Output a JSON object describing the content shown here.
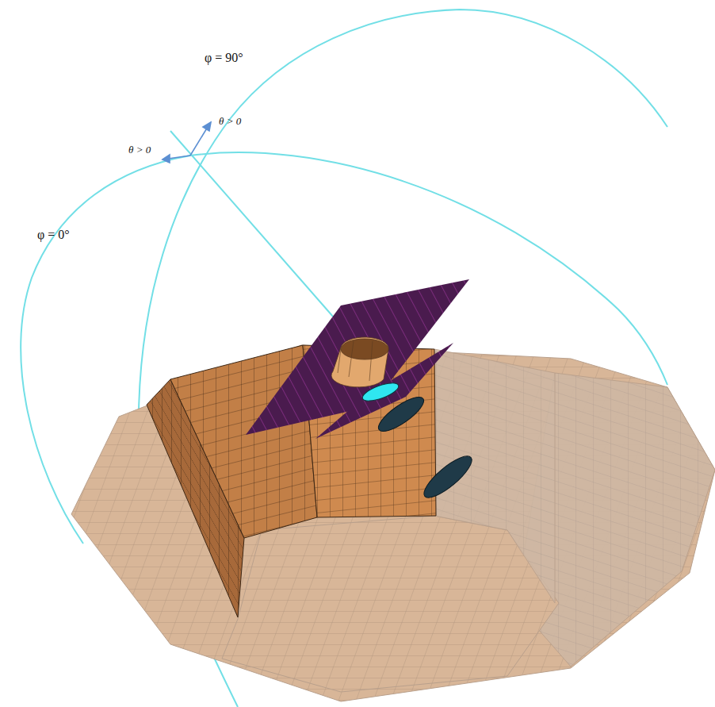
{
  "diagram": {
    "labels": [
      "φ = 90°",
      "θ > 0",
      "θ > 0",
      "φ = 0°"
    ]
  }
}
